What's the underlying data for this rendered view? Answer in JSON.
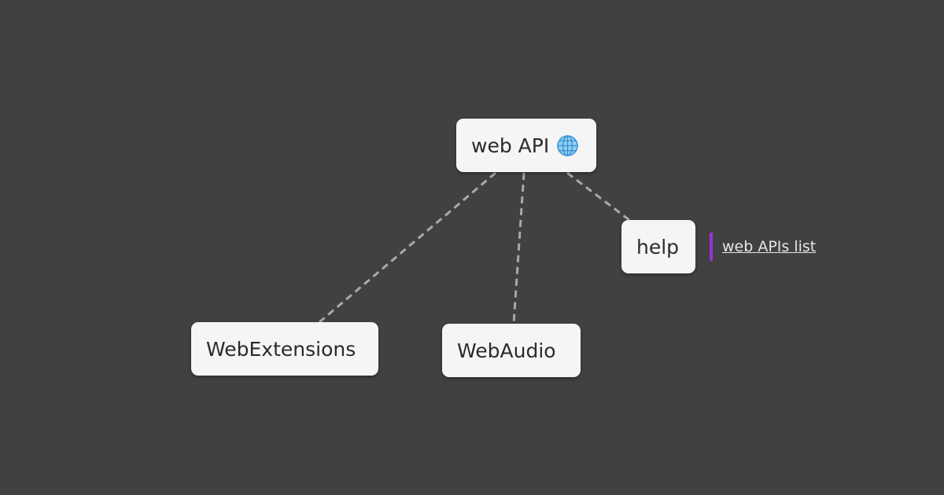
{
  "nodes": {
    "web_api": {
      "label": "web API",
      "icon": "globe-icon"
    },
    "help": {
      "label": "help"
    },
    "webextensions": {
      "label": "WebExtensions"
    },
    "webaudio": {
      "label": "WebAudio"
    }
  },
  "edges": [
    {
      "from": "web_api",
      "to": "webextensions"
    },
    {
      "from": "web_api",
      "to": "webaudio"
    },
    {
      "from": "web_api",
      "to": "help"
    }
  ],
  "note": {
    "link_text": "web APIs list",
    "bar_color": "#9b30d6"
  },
  "colors": {
    "background": "#414141",
    "node_fill": "#f5f5f5",
    "edge": "#a9a9a9"
  }
}
